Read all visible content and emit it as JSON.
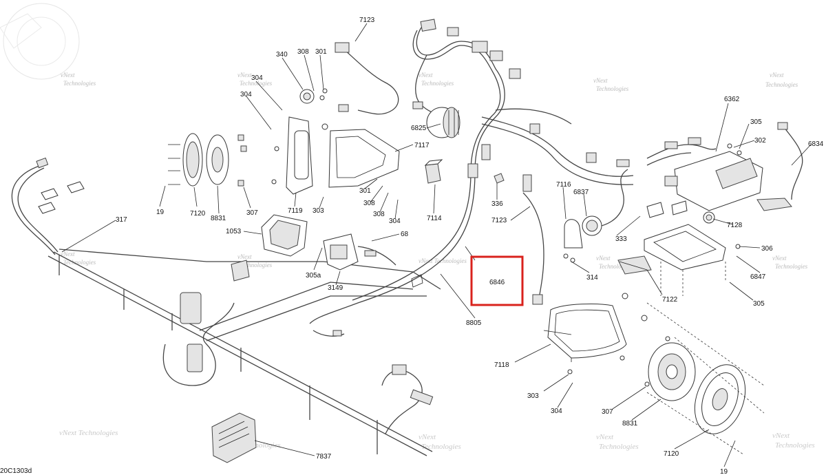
{
  "diagram": {
    "drawing_code": "20C1303d",
    "highlight_color": "#d9221c",
    "highlighted_part": "6846",
    "watermark": {
      "line1": "vNext",
      "line2": "Technologies",
      "combined": "vNext Technologies"
    },
    "callouts": [
      {
        "id": "c7123a",
        "text": "7123"
      },
      {
        "id": "c340",
        "text": "340"
      },
      {
        "id": "c308a",
        "text": "308"
      },
      {
        "id": "c301a",
        "text": "301"
      },
      {
        "id": "c304a",
        "text": "304"
      },
      {
        "id": "c304b",
        "text": "304"
      },
      {
        "id": "c6825",
        "text": "6825"
      },
      {
        "id": "c7117",
        "text": "7117"
      },
      {
        "id": "c6362",
        "text": "6362"
      },
      {
        "id": "c305a",
        "text": "305"
      },
      {
        "id": "c302",
        "text": "302"
      },
      {
        "id": "c6834",
        "text": "6834"
      },
      {
        "id": "c19a",
        "text": "19"
      },
      {
        "id": "c7120a",
        "text": "7120"
      },
      {
        "id": "c8831a",
        "text": "8831"
      },
      {
        "id": "c307a",
        "text": "307"
      },
      {
        "id": "c7119",
        "text": "7119"
      },
      {
        "id": "c303a",
        "text": "303"
      },
      {
        "id": "c301b",
        "text": "301"
      },
      {
        "id": "c308b",
        "text": "308"
      },
      {
        "id": "c308c",
        "text": "308"
      },
      {
        "id": "c304c",
        "text": "304"
      },
      {
        "id": "c7114",
        "text": "7114"
      },
      {
        "id": "c336",
        "text": "336"
      },
      {
        "id": "c7116",
        "text": "7116"
      },
      {
        "id": "c6837",
        "text": "6837"
      },
      {
        "id": "c7123b",
        "text": "7123"
      },
      {
        "id": "c7128",
        "text": "7128"
      },
      {
        "id": "c317",
        "text": "317"
      },
      {
        "id": "c1053",
        "text": "1053"
      },
      {
        "id": "c68",
        "text": "68"
      },
      {
        "id": "c333",
        "text": "333"
      },
      {
        "id": "c306",
        "text": "306"
      },
      {
        "id": "c305b",
        "text": "305a"
      },
      {
        "id": "c3149",
        "text": "3149"
      },
      {
        "id": "c314",
        "text": "314"
      },
      {
        "id": "c6847",
        "text": "6847"
      },
      {
        "id": "c7122",
        "text": "7122"
      },
      {
        "id": "c305c",
        "text": "305"
      },
      {
        "id": "c8805",
        "text": "8805"
      },
      {
        "id": "c7118",
        "text": "7118"
      },
      {
        "id": "c303b",
        "text": "303"
      },
      {
        "id": "c304d",
        "text": "304"
      },
      {
        "id": "c307b",
        "text": "307"
      },
      {
        "id": "c8831b",
        "text": "8831"
      },
      {
        "id": "c7120b",
        "text": "7120"
      },
      {
        "id": "c7837",
        "text": "7837"
      },
      {
        "id": "c19b",
        "text": "19"
      }
    ]
  }
}
